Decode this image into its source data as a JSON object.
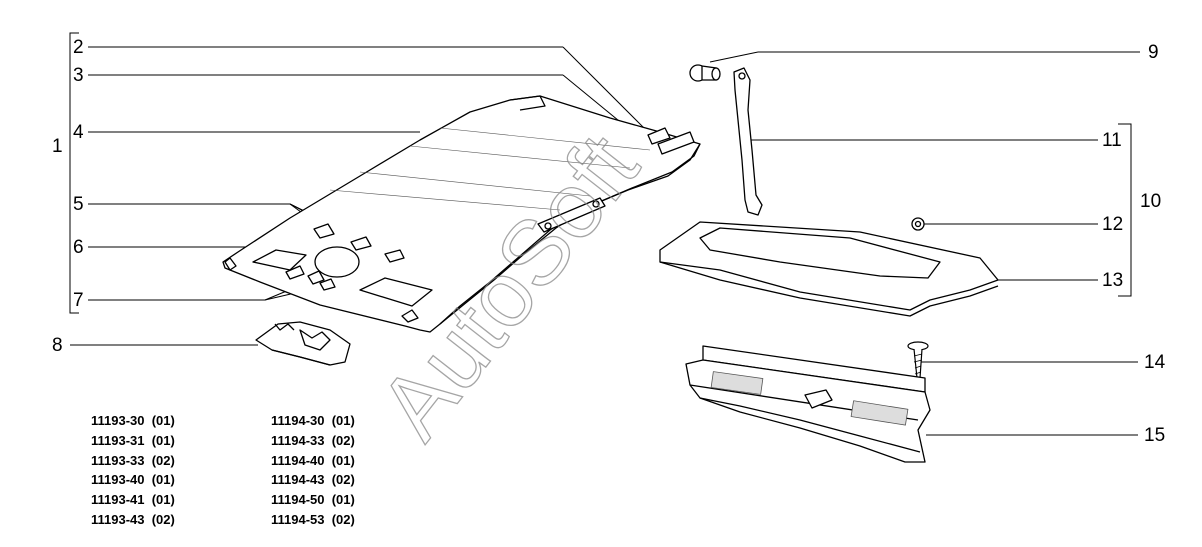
{
  "callouts": {
    "c1": "1",
    "c2": "2",
    "c3": "3",
    "c4": "4",
    "c5": "5",
    "c6": "6",
    "c7": "7",
    "c8": "8",
    "c9": "9",
    "c10": "10",
    "c11": "11",
    "c12": "12",
    "c13": "13",
    "c14": "14",
    "c15": "15"
  },
  "part_codes": {
    "left": [
      "11193-30  (01)",
      "11193-31  (01)",
      "11193-33  (02)",
      "11193-40  (01)",
      "11193-41  (01)",
      "11193-43  (02)"
    ],
    "right": [
      "11194-30  (01)",
      "11194-33  (02)",
      "11194-40  (01)",
      "11194-43  (02)",
      "11194-50  (01)",
      "11194-53  (02)"
    ]
  },
  "watermark": "AutoSoft"
}
